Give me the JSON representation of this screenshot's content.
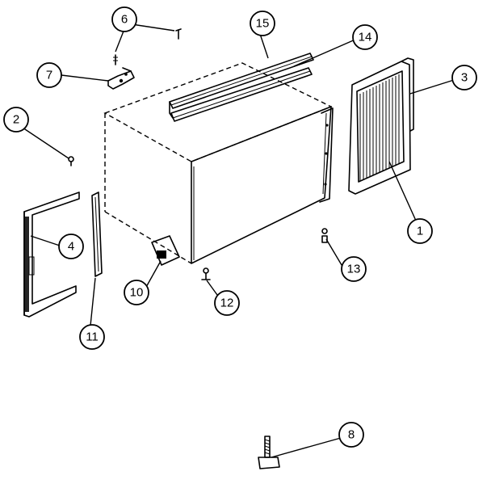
{
  "diagram": {
    "callouts": [
      {
        "id": "c1",
        "label": "1"
      },
      {
        "id": "c2",
        "label": "2"
      },
      {
        "id": "c3",
        "label": "3"
      },
      {
        "id": "c4",
        "label": "4"
      },
      {
        "id": "c6",
        "label": "6"
      },
      {
        "id": "c7",
        "label": "7"
      },
      {
        "id": "c8",
        "label": "8"
      },
      {
        "id": "c10",
        "label": "10"
      },
      {
        "id": "c11",
        "label": "11"
      },
      {
        "id": "c12",
        "label": "12"
      },
      {
        "id": "c13",
        "label": "13"
      },
      {
        "id": "c14",
        "label": "14"
      },
      {
        "id": "c15",
        "label": "15"
      }
    ]
  }
}
